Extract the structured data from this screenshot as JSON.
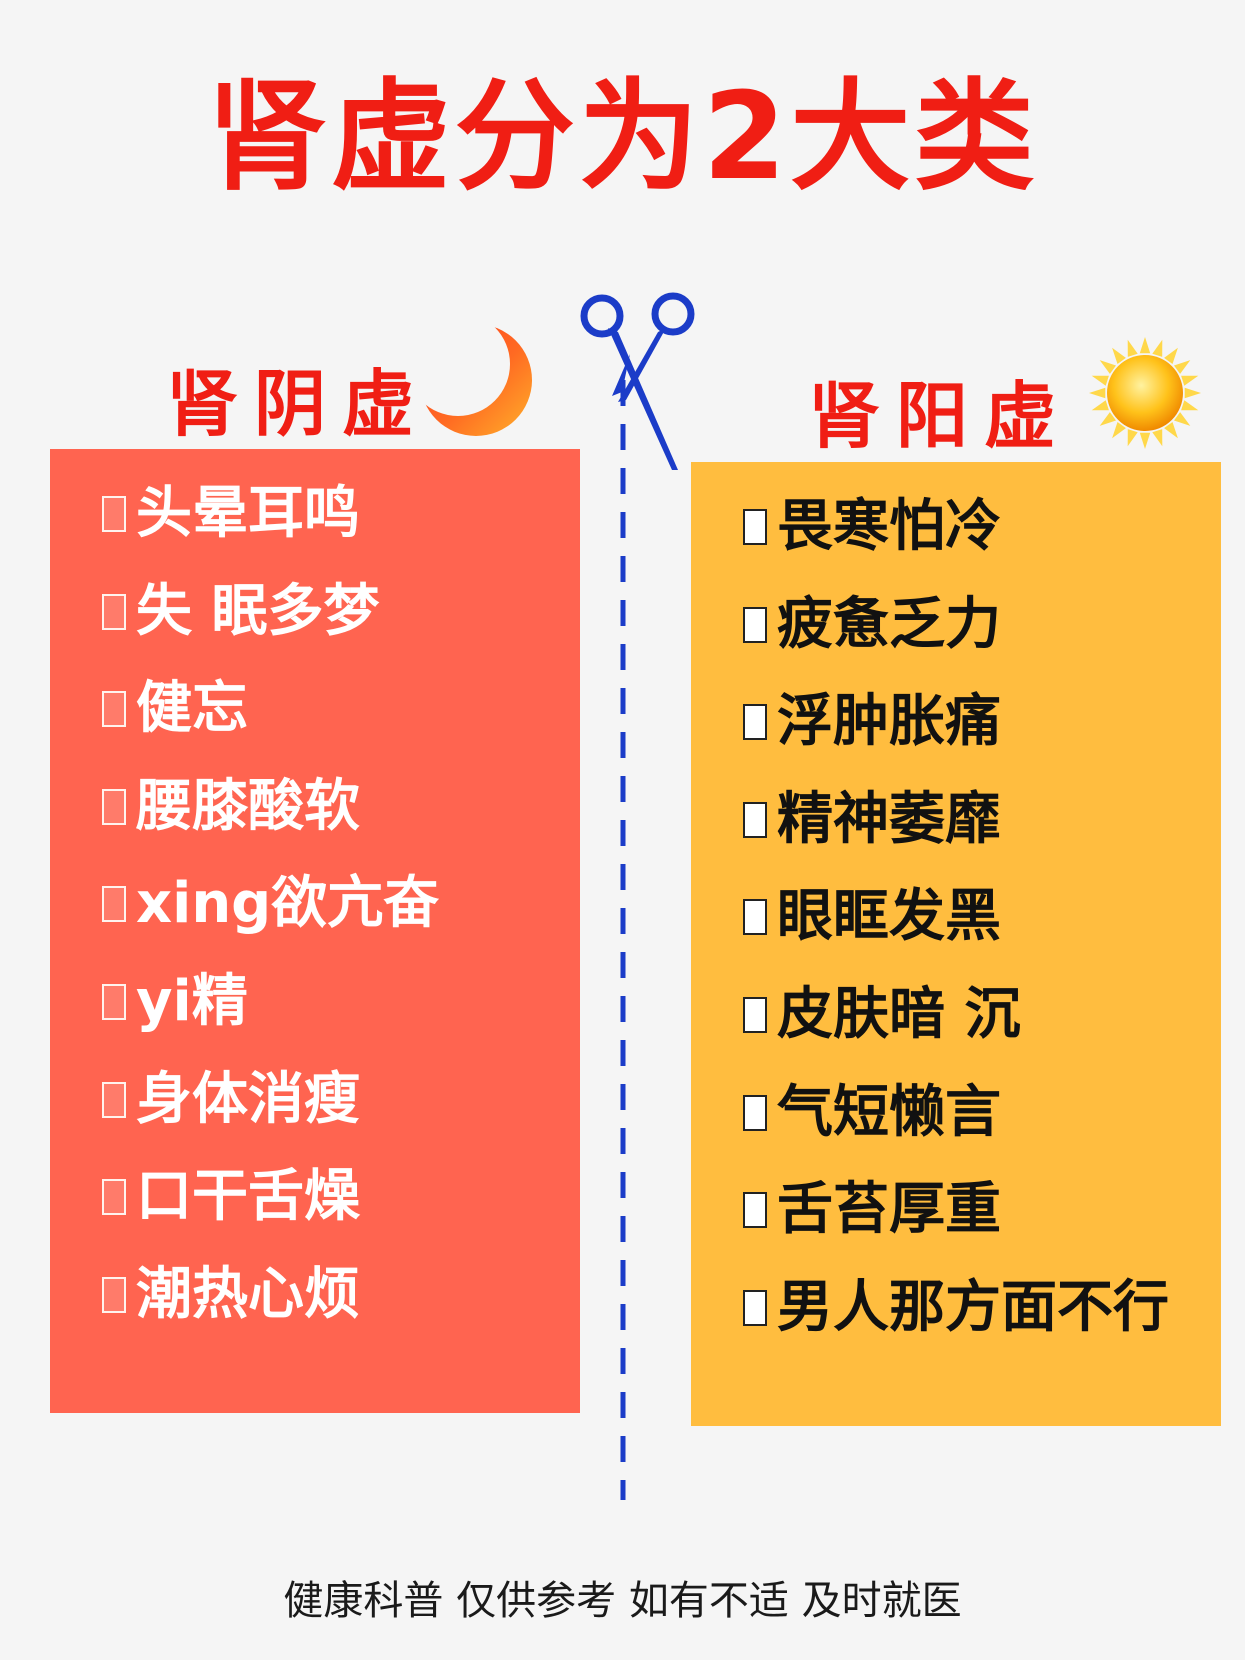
{
  "title": "肾虚分为2大类",
  "colors": {
    "title": "#f01e14",
    "yin_card": "#ff6450",
    "yang_card": "#ffbd3f",
    "divider": "#1b3cc8",
    "yin_text": "#ffffff",
    "yang_text": "#111111",
    "background": "#f5f5f5"
  },
  "yin": {
    "heading": "肾阴虚",
    "icon": "crescent-moon-icon",
    "items": [
      "头晕耳鸣",
      "失 眠多梦",
      "健忘",
      "腰膝酸软",
      "xing欲亢奋",
      "yi精",
      "身体消瘦",
      "口干舌燥",
      "潮热心烦"
    ]
  },
  "yang": {
    "heading": "肾阳虚",
    "icon": "sun-icon",
    "items": [
      "畏寒怕冷",
      "疲惫乏力",
      "浮肿胀痛",
      "精神萎靡",
      "眼眶发黑",
      "皮肤暗 沉",
      "气短懒言",
      "舌苔厚重",
      "男人那方面不行"
    ]
  },
  "divider_icon": "scissors-icon",
  "footer": "健康科普 仅供参考 如有不适 及时就医"
}
